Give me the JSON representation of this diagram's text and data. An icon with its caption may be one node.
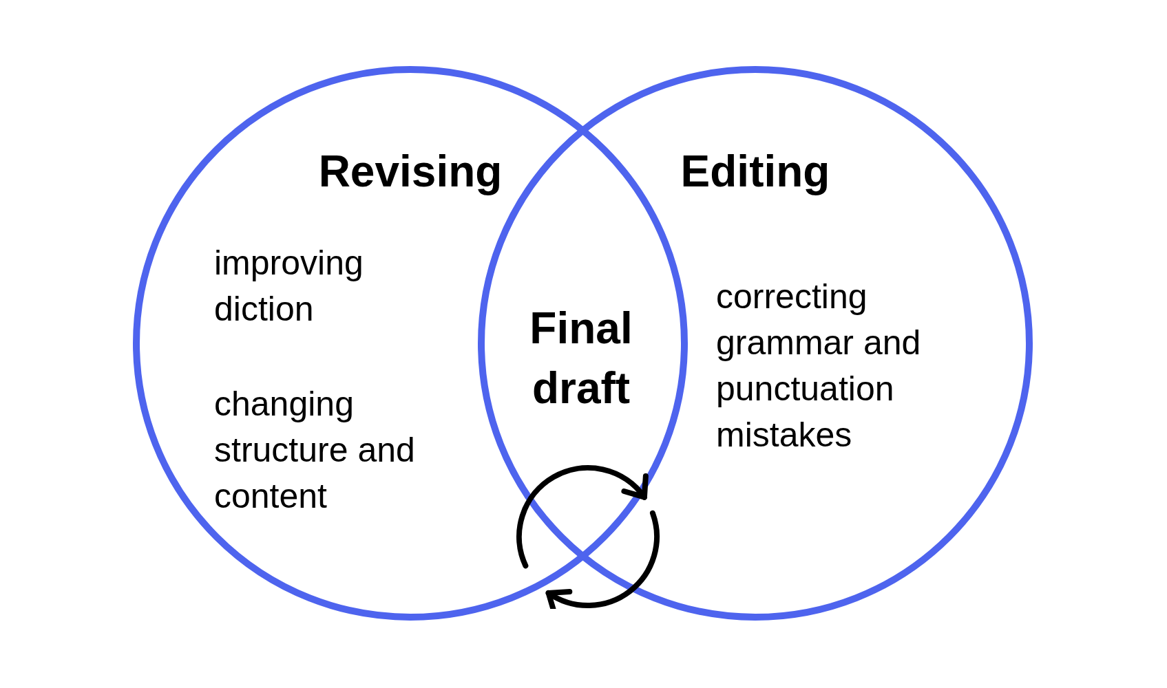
{
  "diagram": {
    "nodes": [
      {
        "text": [
          "Revising",
          "improving diction",
          "changing structure and content"
        ]
      },
      {
        "text": [
          "Editing",
          "correcting grammar and punctuation mistakes"
        ]
      },
      {
        "text": [
          "Final draft"
        ]
      }
    ]
  }
}
